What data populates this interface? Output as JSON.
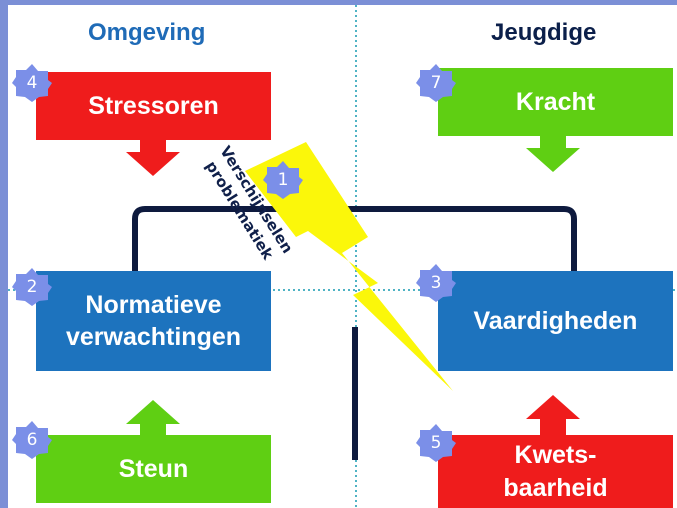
{
  "headings": {
    "left": "Omgeving",
    "right": "Jeugdige"
  },
  "boxes": {
    "stressoren": "Stressoren",
    "kracht": "Kracht",
    "normatieve_1": "Normatieve",
    "normatieve_2": "verwachtingen",
    "vaardigheden": "Vaardigheden",
    "steun": "Steun",
    "kwets_1": "Kwets-",
    "kwets_2": "baarheid"
  },
  "badges": {
    "b1": "1",
    "b2": "2",
    "b3": "3",
    "b4": "4",
    "b5": "5",
    "b6": "6",
    "b7": "7"
  },
  "bolt": {
    "line1": "Verschijnselen",
    "line2": "problematiek"
  },
  "colors": {
    "frame": "#7b8fd6",
    "red": "#ef1c1c",
    "green": "#5fcf13",
    "blue": "#1d73be",
    "badge": "#7b8fe8",
    "bolt": "#fbf70a",
    "bracket": "#0e1a3e",
    "dotted": "#4fb3c4"
  },
  "icons": {
    "badge": "star-badge-icon",
    "bolt": "lightning-bolt-icon"
  }
}
